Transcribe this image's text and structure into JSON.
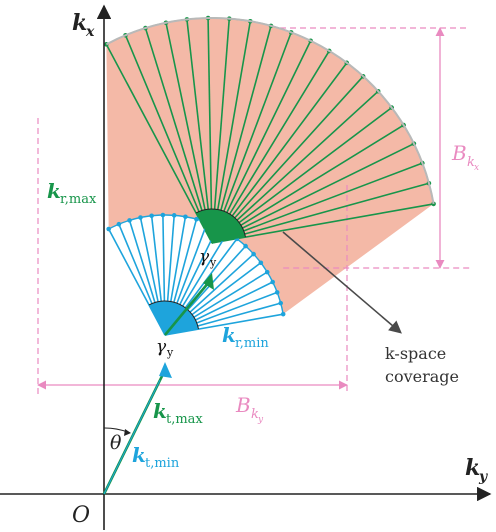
{
  "colors": {
    "axis": "#222222",
    "green": "#17954a",
    "blue": "#1ea4dc",
    "coverage_fill": "#f4b9a7",
    "pink": "#e98ac0",
    "arrow_gray": "#4a4a4a",
    "arc_gray": "#b9b9b9"
  },
  "axes": {
    "kx": {
      "symbol": "k",
      "subscript": "x"
    },
    "ky": {
      "symbol": "k",
      "subscript": "y"
    },
    "origin": "O"
  },
  "labels": {
    "theta": "θ",
    "gamma_outer": {
      "symbol": "γ",
      "subscript": "y"
    },
    "gamma_inner": {
      "symbol": "γ",
      "subscript": "y"
    },
    "kr_max": {
      "symbol": "k",
      "subscript": "r,max"
    },
    "kr_min": {
      "symbol": "k",
      "subscript": "r,min"
    },
    "kt_max": {
      "symbol": "k",
      "subscript": "t,max"
    },
    "kt_min": {
      "symbol": "k",
      "subscript": "t,min"
    },
    "bkx": {
      "symbol": "B",
      "subscript": "k",
      "subsubscript": "x"
    },
    "bky": {
      "symbol": "B",
      "subscript": "k",
      "subsubscript": "y"
    },
    "coverage_line1": "k-space",
    "coverage_line2": "coverage"
  },
  "diagram": {
    "outer_fan_rays": 21,
    "inner_fan_rays": 21
  }
}
